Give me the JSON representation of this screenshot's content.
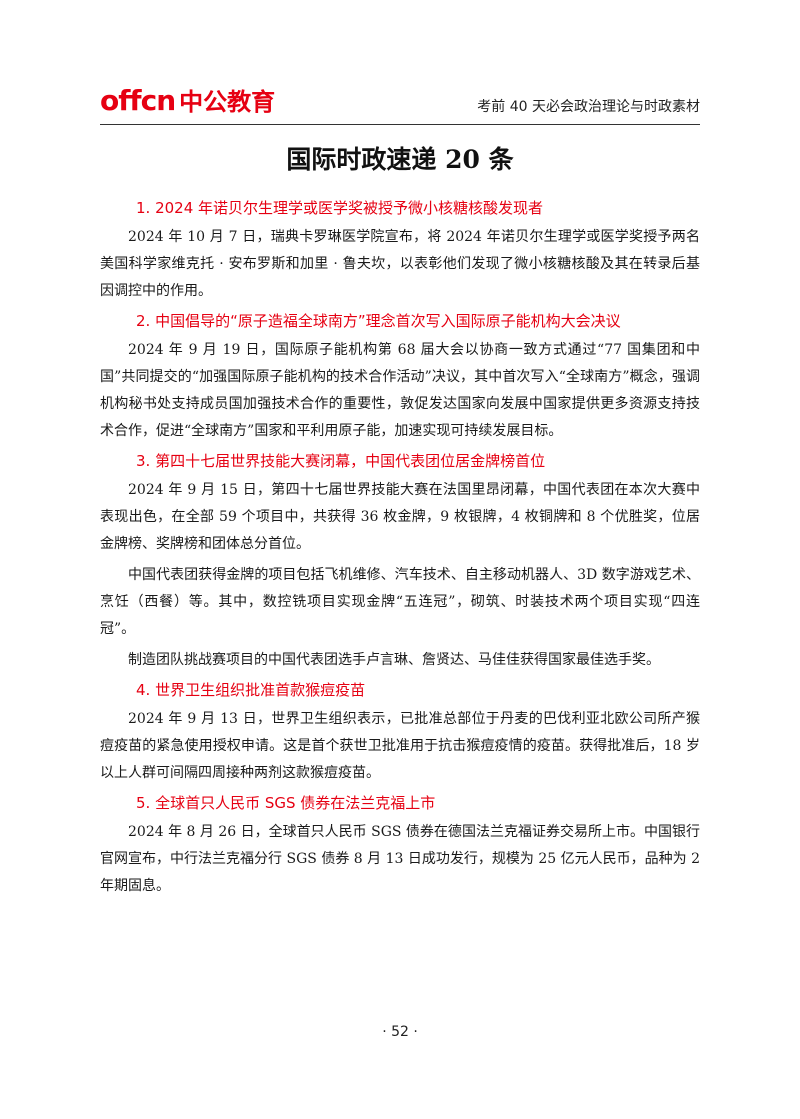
{
  "header": {
    "logo_latin": "offcn",
    "logo_cn": "中公教育",
    "book_title": "考前 40 天必会政治理论与时政素材"
  },
  "page_title": "国际时政速递 20 条",
  "sections": [
    {
      "heading": "1. 2024 年诺贝尔生理学或医学奖被授予微小核糖核酸发现者",
      "paragraphs": [
        "2024 年 10 月 7 日，瑞典卡罗琳医学院宣布，将 2024 年诺贝尔生理学或医学奖授予两名美国科学家维克托 · 安布罗斯和加里 · 鲁夫坎，以表彰他们发现了微小核糖核酸及其在转录后基因调控中的作用。"
      ]
    },
    {
      "heading": "2. 中国倡导的“原子造福全球南方”理念首次写入国际原子能机构大会决议",
      "paragraphs": [
        "2024 年 9 月 19 日，国际原子能机构第 68 届大会以协商一致方式通过“77 国集团和中国”共同提交的“加强国际原子能机构的技术合作活动”决议，其中首次写入“全球南方”概念，强调机构秘书处支持成员国加强技术合作的重要性，敦促发达国家向发展中国家提供更多资源支持技术合作，促进“全球南方”国家和平利用原子能，加速实现可持续发展目标。"
      ]
    },
    {
      "heading": "3. 第四十七届世界技能大赛闭幕，中国代表团位居金牌榜首位",
      "paragraphs": [
        "2024 年 9 月 15 日，第四十七届世界技能大赛在法国里昂闭幕，中国代表团在本次大赛中表现出色，在全部 59 个项目中，共获得 36 枚金牌，9 枚银牌，4 枚铜牌和 8 个优胜奖，位居金牌榜、奖牌榜和团体总分首位。",
        "中国代表团获得金牌的项目包括飞机维修、汽车技术、自主移动机器人、3D 数字游戏艺术、烹饪（西餐）等。其中，数控铣项目实现金牌“五连冠”，砌筑、时装技术两个项目实现“四连冠”。",
        "制造团队挑战赛项目的中国代表团选手卢言琳、詹贤达、马佳佳获得国家最佳选手奖。"
      ]
    },
    {
      "heading": "4. 世界卫生组织批准首款猴痘疫苗",
      "paragraphs": [
        "2024 年 9 月 13 日，世界卫生组织表示，已批准总部位于丹麦的巴伐利亚北欧公司所产猴痘疫苗的紧急使用授权申请。这是首个获世卫批准用于抗击猴痘疫情的疫苗。获得批准后，18 岁以上人群可间隔四周接种两剂这款猴痘疫苗。"
      ]
    },
    {
      "heading": "5. 全球首只人民币 SGS 债券在法兰克福上市",
      "paragraphs": [
        "2024 年 8 月 26 日，全球首只人民币 SGS 债券在德国法兰克福证券交易所上市。中国银行官网宣布，中行法兰克福分行 SGS 债券 8 月 13 日成功发行，规模为 25 亿元人民币，品种为 2 年期固息。"
      ]
    }
  ],
  "page_number": "· 52 ·",
  "colors": {
    "accent": "#e60012",
    "text": "#1a1a1a"
  }
}
